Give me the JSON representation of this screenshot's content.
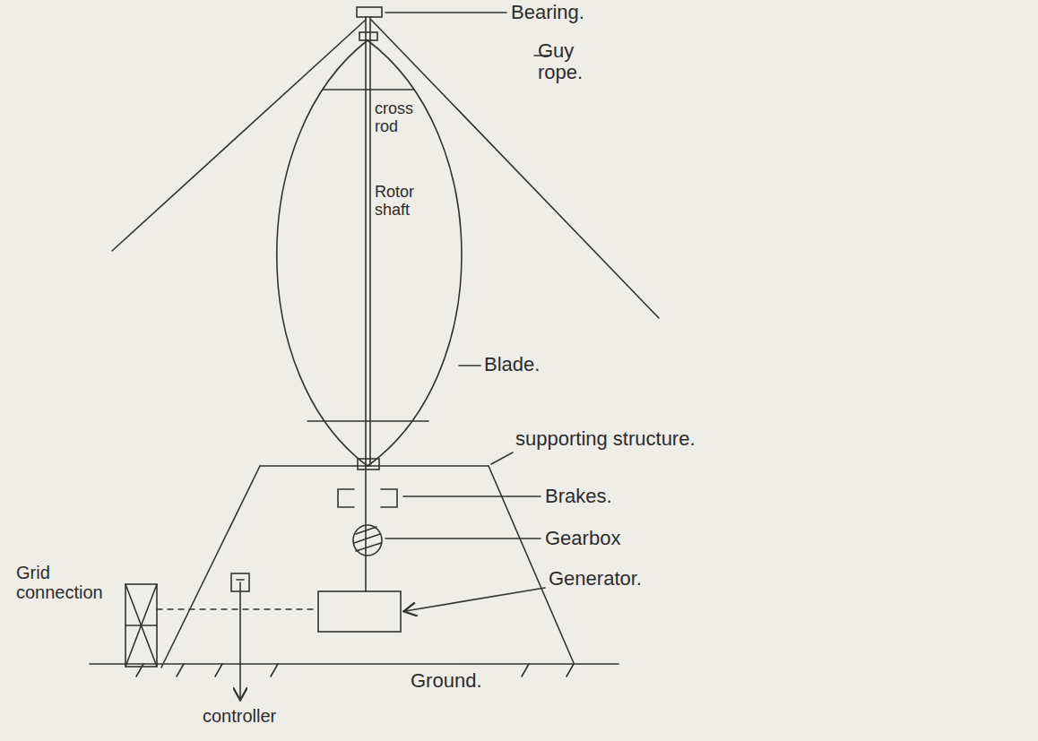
{
  "diagram": {
    "labels": [
      "Bearing.",
      "cross rod",
      "Rotor shaft",
      "Guy rope.",
      "Blade.",
      "supporting structure.",
      "Brakes.",
      "Gearbox",
      "Generator.",
      "Grid connection",
      "Ground.",
      "controller"
    ]
  }
}
